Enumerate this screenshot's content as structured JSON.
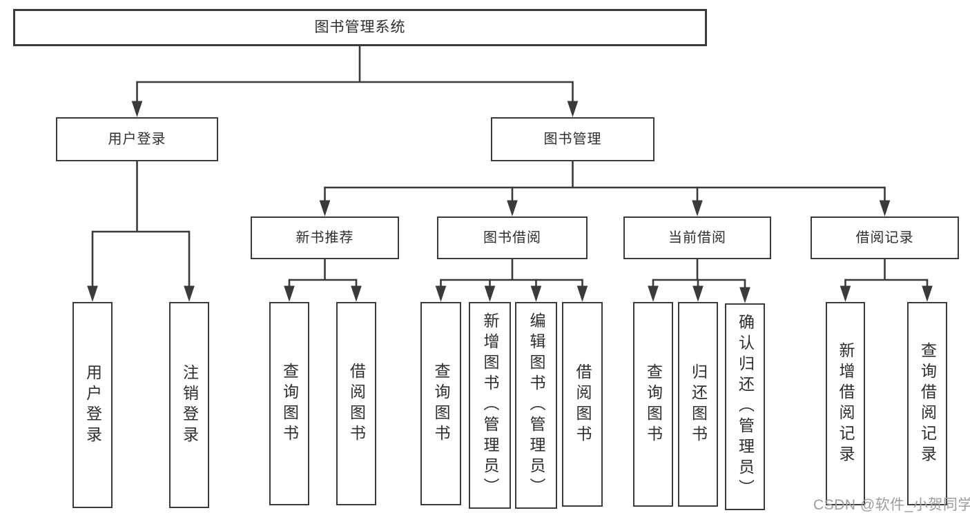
{
  "tree": {
    "root": {
      "label": "图书管理系统",
      "children": [
        {
          "label": "用户登录",
          "children": [
            {
              "label": "用户登录"
            },
            {
              "label": "注销登录"
            }
          ]
        },
        {
          "label": "图书管理",
          "children": [
            {
              "label": "新书推荐",
              "children": [
                {
                  "label": "查询图书"
                },
                {
                  "label": "借阅图书"
                }
              ]
            },
            {
              "label": "图书借阅",
              "children": [
                {
                  "label": "查询图书"
                },
                {
                  "label": "新增图书（管理员）"
                },
                {
                  "label": "编辑图书（管理员）"
                },
                {
                  "label": "借阅图书"
                }
              ]
            },
            {
              "label": "当前借阅",
              "children": [
                {
                  "label": "查询图书"
                },
                {
                  "label": "归还图书"
                },
                {
                  "label": "确认归还（管理员）"
                }
              ]
            },
            {
              "label": "借阅记录",
              "children": [
                {
                  "label": "新增借阅记录"
                },
                {
                  "label": "查询借阅记录"
                }
              ]
            }
          ]
        }
      ]
    }
  },
  "watermark": "CSDN @软件_小贺同学",
  "colors": {
    "line": "#3a3a3a",
    "box_border": "#3a3a3a",
    "text": "#2e2e2e",
    "watermark_text": "#9c9c9c",
    "background": "#ffffff"
  }
}
